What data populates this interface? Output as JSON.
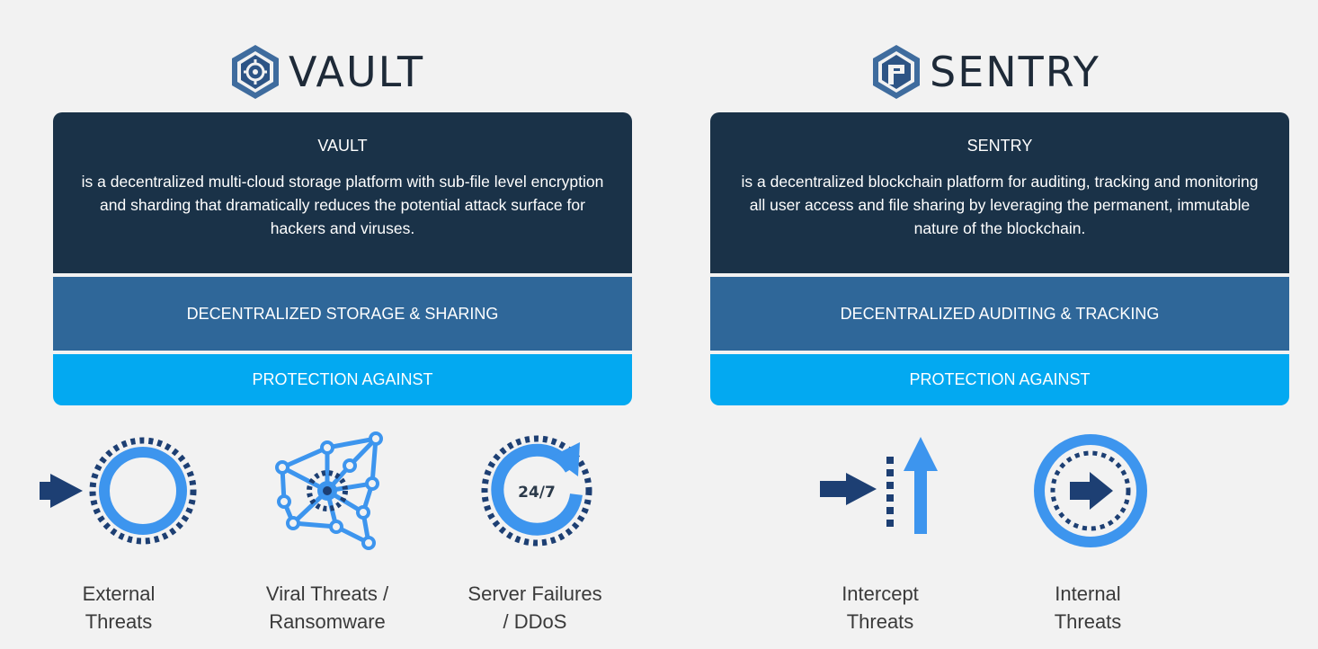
{
  "vault": {
    "logo_text": "VAULT",
    "card_title": "VAULT",
    "card_description": "is a decentralized multi-cloud storage platform with sub-file level encryption and sharding that dramatically reduces the potential attack surface for hackers and viruses.",
    "category": "DECENTRALIZED STORAGE & SHARING",
    "protection_label": "PROTECTION AGAINST",
    "threats": [
      {
        "line1": "External",
        "line2": "Threats",
        "icon": "external-threats-icon"
      },
      {
        "line1": "Viral Threats /",
        "line2": "Ransomware",
        "icon": "network-virus-icon"
      },
      {
        "line1": "Server Failures",
        "line2": "/ DDoS",
        "icon": "24-7-refresh-icon"
      }
    ]
  },
  "sentry": {
    "logo_text": "SENTRY",
    "card_title": "SENTRY",
    "card_description": "is a decentralized blockchain platform for auditing, tracking and monitoring all user access and file sharing by leveraging the permanent, immutable nature of the blockchain.",
    "category": "DECENTRALIZED AUDITING & TRACKING",
    "protection_label": "PROTECTION AGAINST",
    "threats": [
      {
        "line1": "Intercept",
        "line2": "Threats",
        "icon": "intercept-arrow-icon"
      },
      {
        "line1": "Internal",
        "line2": "Threats",
        "icon": "internal-arrow-circle-icon"
      }
    ]
  },
  "colors": {
    "background": "#f2f2f2",
    "navy": "#1a3248",
    "steel_blue": "#2f6799",
    "bright_blue": "#03a9f1",
    "icon_light": "#3d95ee",
    "icon_dark": "#1d3f73"
  }
}
